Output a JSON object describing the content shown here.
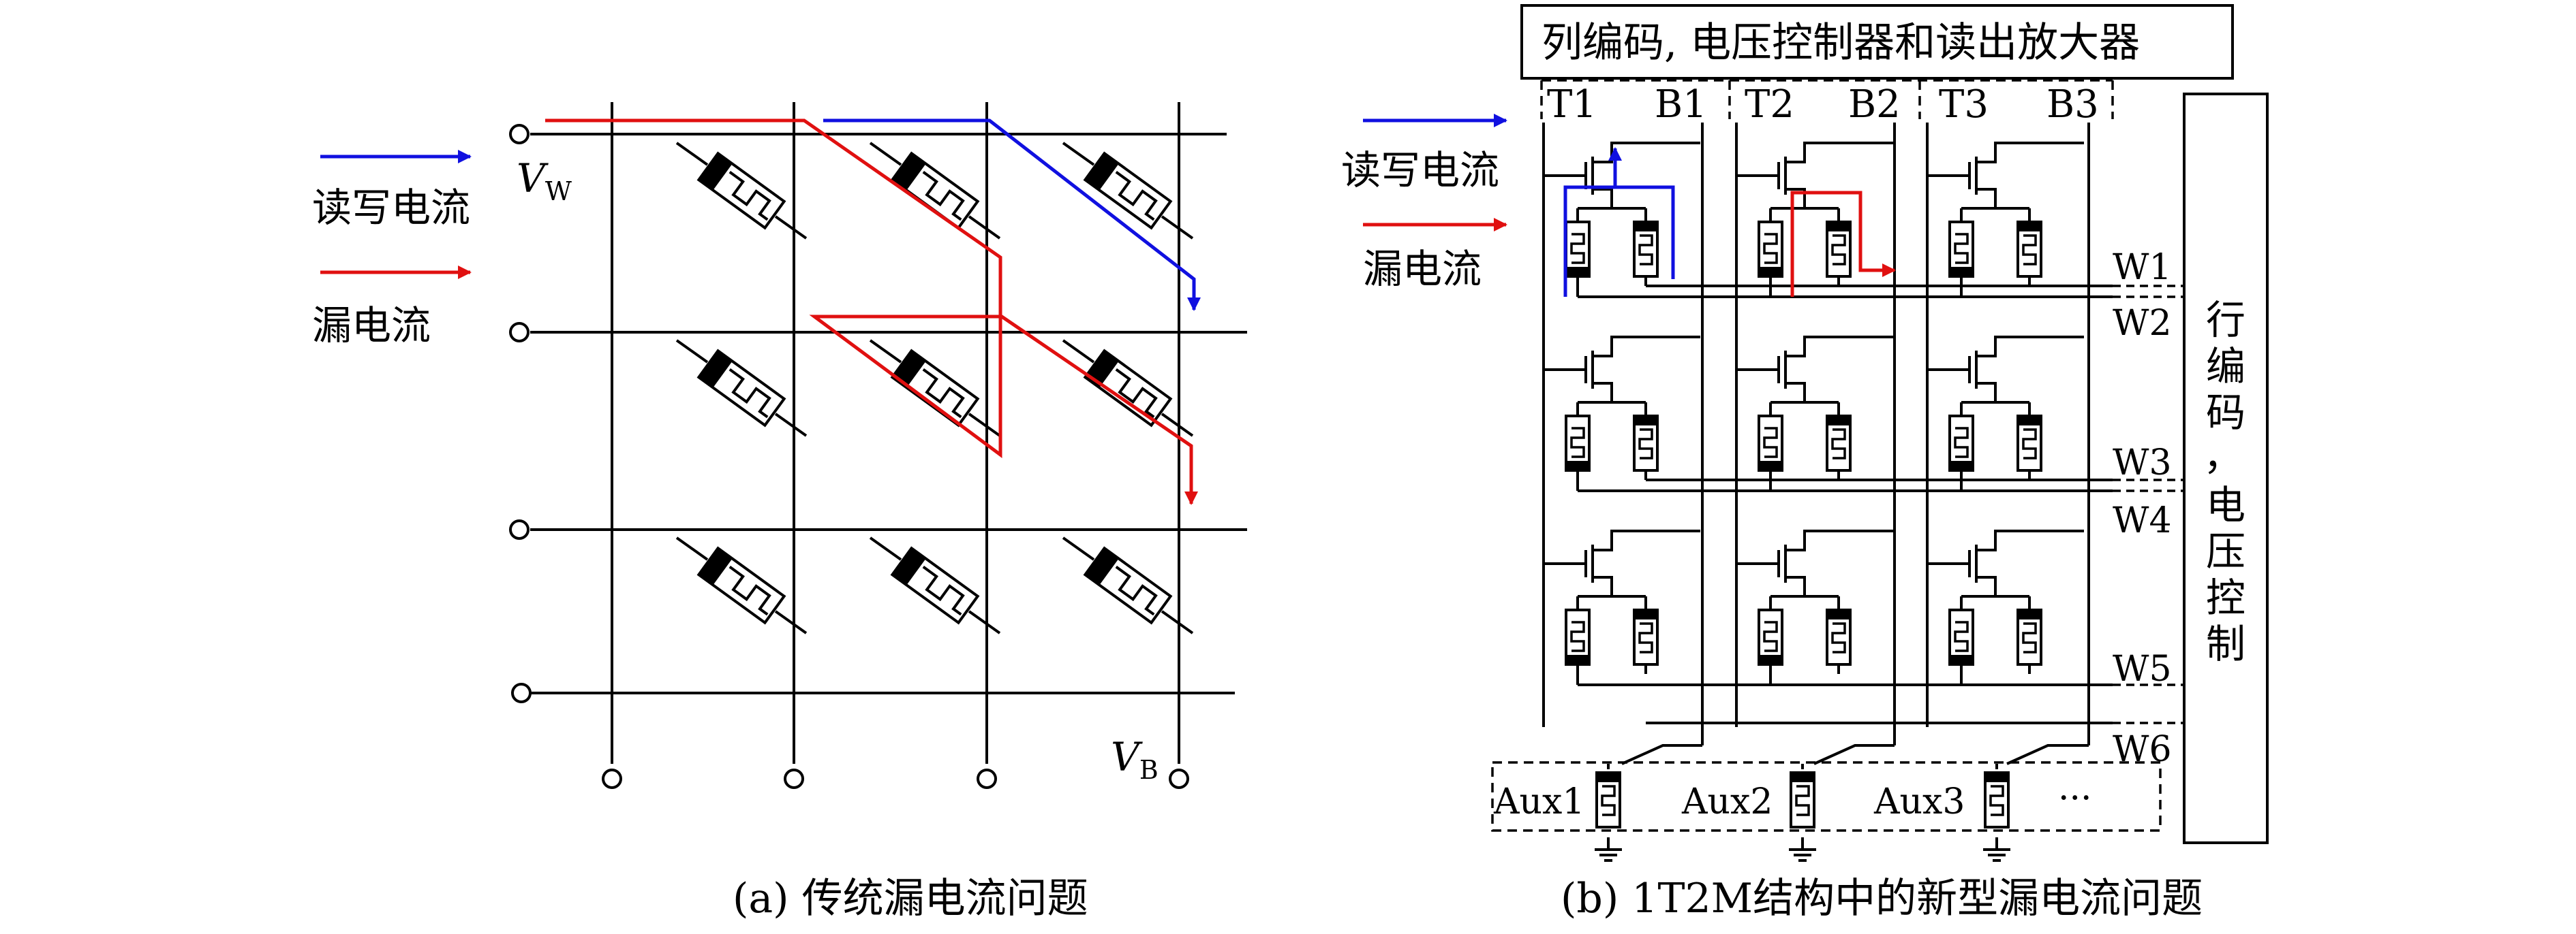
{
  "panel_a": {
    "caption": "(a) 传统漏电流问题",
    "legend": [
      {
        "label": "读写电流",
        "color": "#1010e0"
      },
      {
        "label": "漏电流",
        "color": "#e01010"
      }
    ],
    "vw_main": "V",
    "vw_sub": "W",
    "vb_main": "V",
    "vb_sub": "B"
  },
  "panel_b": {
    "caption": "(b) 1T2M结构中的新型漏电流问题",
    "top_box": "列编码, 电压控制器和读出放大器",
    "side_box": [
      "行",
      "编",
      "码",
      "，",
      "电",
      "压",
      "控",
      "制"
    ],
    "legend": [
      {
        "label": "读写电流",
        "color": "#1010e0"
      },
      {
        "label": "漏电流",
        "color": "#e01010"
      }
    ],
    "column_labels": [
      "T1",
      "B1",
      "T2",
      "B2",
      "T3",
      "B3"
    ],
    "word_lines": [
      "W1",
      "W2",
      "W3",
      "W4",
      "W5",
      "W6"
    ],
    "aux": [
      "Aux1",
      "Aux2",
      "Aux3",
      "···"
    ]
  },
  "colors": {
    "read_write_current": "#1010e0",
    "leakage_current": "#e01010",
    "line": "#000000"
  }
}
